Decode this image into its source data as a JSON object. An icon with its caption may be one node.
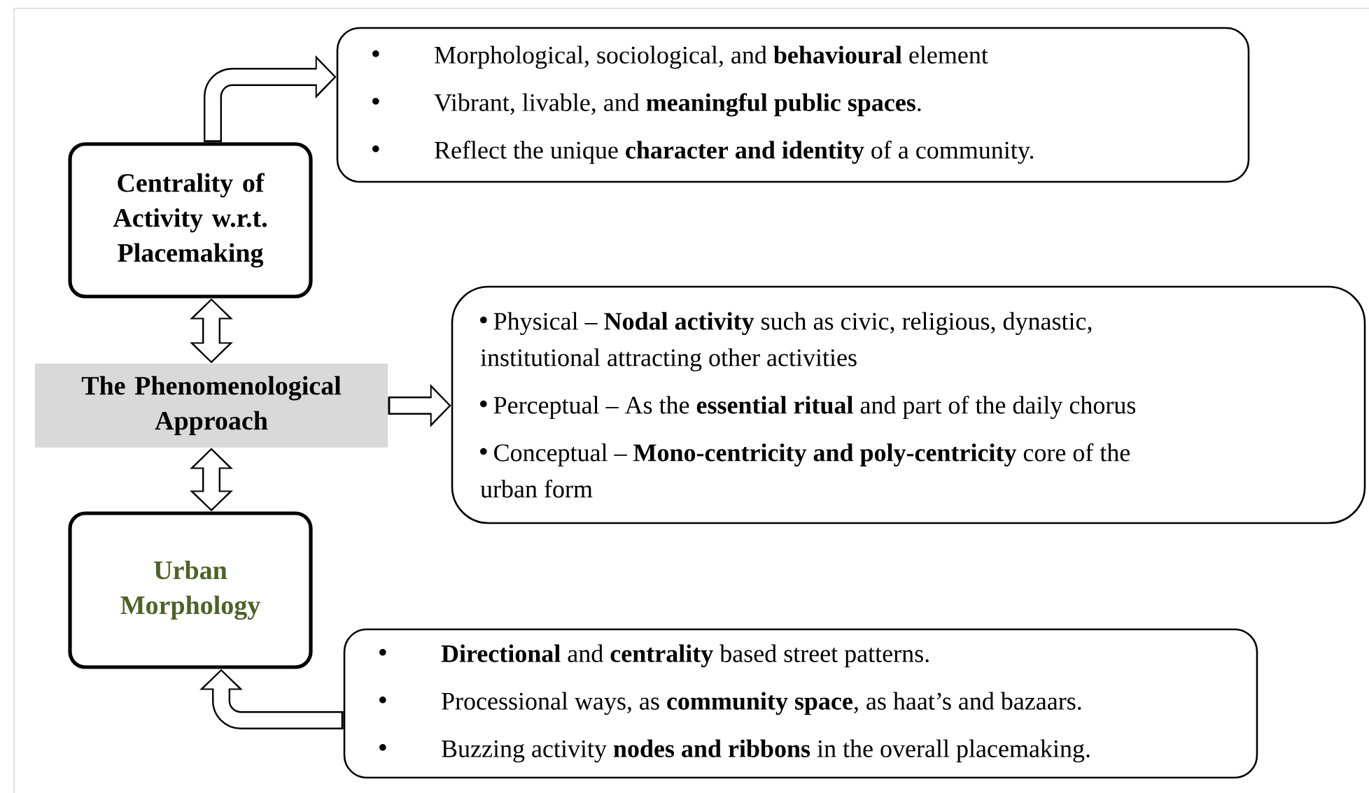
{
  "diagram": {
    "nodes": [
      {
        "text": [
          "Centrality of Activity w.r.t. Placemaking"
        ]
      },
      {
        "text": [
          "Morphological, sociological, and **behavioural** element",
          "Vibrant, livable, and **meaningful public spaces**.",
          "Reflect the unique **character and identity** of a community."
        ]
      },
      {
        "text": [
          "The Phenomenological Approach"
        ]
      },
      {
        "text": [
          "Physical – **Nodal activity** such as civic, religious, dynastic, institutional attracting other activities",
          "Perceptual – As the **essential ritual** and part of the daily chorus",
          "Conceptual – **Mono-centricity and poly-centricity** core of the urban form"
        ]
      },
      {
        "text": [
          "Urban Morphology"
        ]
      },
      {
        "text": [
          "**Directional** and **centrality** based street patterns.",
          "Processional ways, as **community space**, as haat’s and bazaars.",
          "Buzzing activity **nodes and ribbons** in the overall placemaking."
        ]
      }
    ],
    "edges": [
      {
        "from": 0,
        "to": 1,
        "arrow": "to"
      },
      {
        "from": 0,
        "to": 2,
        "arrow": "both",
        "color": "#ffffff"
      },
      {
        "from": 2,
        "to": 3,
        "arrow": "to"
      },
      {
        "from": 2,
        "to": 4,
        "arrow": "both",
        "color": "#ffffff"
      },
      {
        "from": 5,
        "to": 4,
        "arrow": "to"
      }
    ]
  }
}
